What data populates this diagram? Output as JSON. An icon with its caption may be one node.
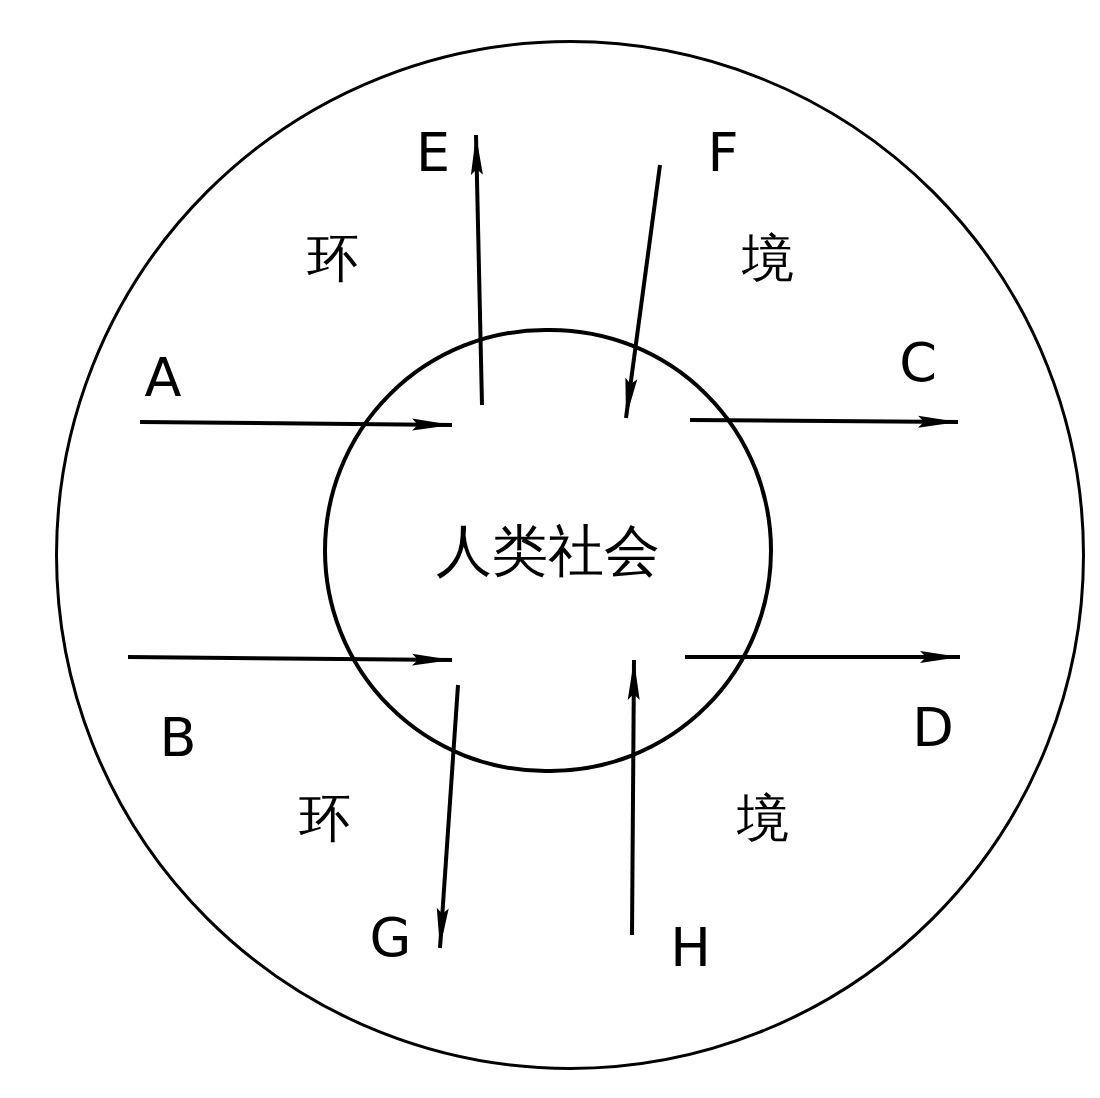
{
  "diagram": {
    "nodes": [
      {
        "text": [
          "环",
          "境",
          "环",
          "境"
        ]
      },
      {
        "text": [
          "E"
        ],
        "in": 0
      },
      {
        "text": [
          "F"
        ],
        "in": 0
      },
      {
        "text": [
          "A"
        ],
        "in": 0
      },
      {
        "text": [
          "C"
        ],
        "in": 0
      },
      {
        "text": [
          "人类社会"
        ],
        "in": 0
      },
      {
        "text": [
          "B"
        ],
        "in": 0
      },
      {
        "text": [
          "D"
        ],
        "in": 0
      },
      {
        "text": [
          "G"
        ],
        "in": 0
      },
      {
        "text": [
          "H"
        ],
        "in": 0
      }
    ],
    "edges": [
      {
        "from": 3,
        "to": 5,
        "arrow": "to"
      },
      {
        "from": 6,
        "to": 5,
        "arrow": "to"
      },
      {
        "from": 5,
        "to": 4,
        "arrow": "to"
      },
      {
        "from": 5,
        "to": 7,
        "arrow": "to"
      },
      {
        "from": 5,
        "to": 1,
        "arrow": "to"
      },
      {
        "from": 2,
        "to": 5,
        "arrow": "to"
      },
      {
        "from": 5,
        "to": 8,
        "arrow": "to"
      },
      {
        "from": 9,
        "to": 5,
        "arrow": "to"
      }
    ]
  }
}
